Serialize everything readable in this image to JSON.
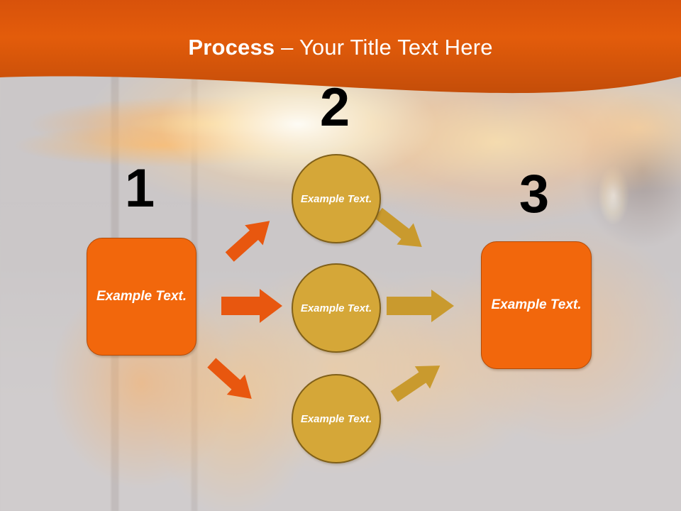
{
  "slide": {
    "title": {
      "bold_part": "Process",
      "rest_part": " – Your Title Text Here",
      "full": "Process – Your Title Text Here"
    },
    "theme": {
      "header_orange_dark": "#C0470A",
      "header_orange_light": "#E35C0B",
      "box_orange": "#F2670C",
      "box_orange_border": "#B44B07",
      "circle_gold": "#D5A738",
      "circle_gold_border": "#806019",
      "arrow_orange": "#E8570F",
      "arrow_gold": "#C99A2E",
      "number_color": "#000000",
      "background_grey": "#CCC8C9",
      "title_text_color": "#FFFFFF",
      "shape_text_color": "#FFFFFF"
    },
    "background": {
      "description": "burning-building-flames-photo"
    },
    "steps": [
      {
        "number": "1",
        "label": "Example Text.",
        "shape": "rounded-rectangle"
      },
      {
        "number": "2",
        "label": "",
        "shape": "circle-group"
      },
      {
        "number": "3",
        "label": "Example Text.",
        "shape": "rounded-rectangle"
      }
    ],
    "middle_circles": [
      {
        "label": "Example Text."
      },
      {
        "label": "Example Text."
      },
      {
        "label": "Example Text."
      }
    ],
    "arrows": [
      {
        "name": "arrow-box1-to-circle-top",
        "color": "#E8570F",
        "direction": "up-right"
      },
      {
        "name": "arrow-box1-to-circle-middle",
        "color": "#E8570F",
        "direction": "right"
      },
      {
        "name": "arrow-box1-to-circle-bottom",
        "color": "#E8570F",
        "direction": "down-right"
      },
      {
        "name": "arrow-circle-top-to-box3",
        "color": "#C99A2E",
        "direction": "down-right"
      },
      {
        "name": "arrow-circle-middle-to-box3",
        "color": "#C99A2E",
        "direction": "right"
      },
      {
        "name": "arrow-circle-bottom-to-box3",
        "color": "#C99A2E",
        "direction": "up-right"
      }
    ]
  }
}
